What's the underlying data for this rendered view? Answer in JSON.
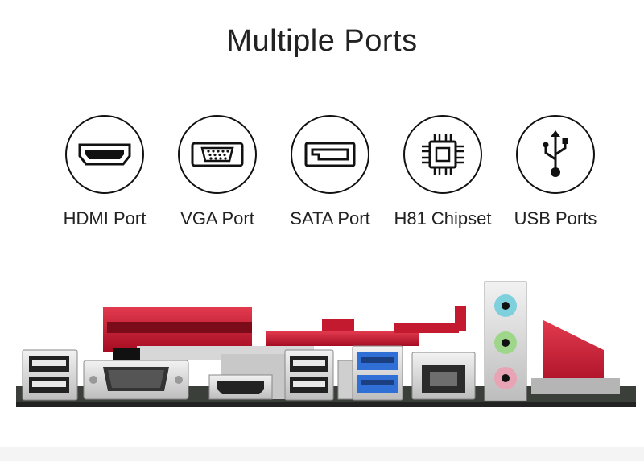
{
  "title": "Multiple Ports",
  "features": [
    {
      "label": "HDMI Port",
      "icon": "hdmi-port-icon"
    },
    {
      "label": "VGA Port",
      "icon": "vga-port-icon"
    },
    {
      "label": "SATA Port",
      "icon": "sata-port-icon"
    },
    {
      "label": "H81 Chipset",
      "icon": "chipset-icon"
    },
    {
      "label": "USB Ports",
      "icon": "usb-icon"
    }
  ],
  "colors": {
    "text": "#222222",
    "accent_red": "#c8102e",
    "usb3_blue": "#2f6fd6",
    "audio_blue": "#7fd0dd",
    "audio_green": "#9ed68a",
    "audio_pink": "#e8a3b4"
  }
}
